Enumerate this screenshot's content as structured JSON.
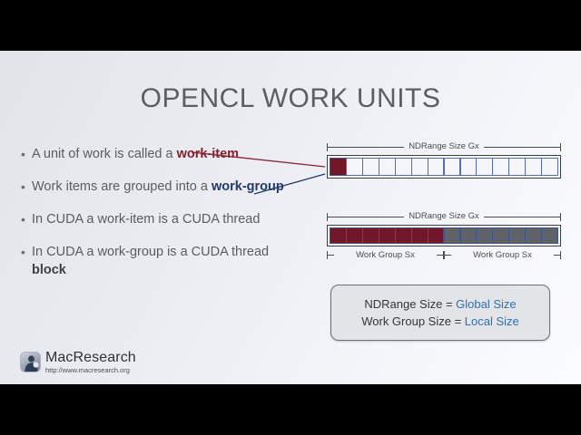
{
  "slide": {
    "title": "OPENCL WORK UNITS",
    "bullets": [
      {
        "marker": "•",
        "segments": [
          {
            "text": "A unit of work is called a ",
            "style": "normal"
          },
          {
            "text": "work-item",
            "style": "red"
          }
        ]
      },
      {
        "marker": "•",
        "segments": [
          {
            "text": "Work items are grouped into a ",
            "style": "normal"
          },
          {
            "text": "work-group",
            "style": "blue"
          }
        ]
      },
      {
        "marker": "•",
        "segments": [
          {
            "text": "In CUDA a work-item is a CUDA thread",
            "style": "normal"
          }
        ]
      },
      {
        "marker": "•",
        "segments": [
          {
            "text": "In CUDA a work-group is a CUDA thread ",
            "style": "normal"
          },
          {
            "text": "block",
            "style": "dark"
          }
        ]
      }
    ],
    "diagram_ndrange": {
      "dimension_label": "NDRange Size Gx",
      "cell_count": 14,
      "cells": [
        "red",
        "empty",
        "empty",
        "empty",
        "empty",
        "empty",
        "empty",
        "empty",
        "empty",
        "empty",
        "empty",
        "empty",
        "empty",
        "empty"
      ]
    },
    "diagram_workgroups": {
      "dimension_label": "NDRange Size Gx",
      "cell_count": 14,
      "cells": [
        "red",
        "red",
        "red",
        "red",
        "red",
        "red",
        "red",
        "gray",
        "gray",
        "gray",
        "gray",
        "gray",
        "gray",
        "gray"
      ],
      "group_labels": [
        "Work Group Sx",
        "Work Group Sx"
      ]
    },
    "info_box": {
      "lines": [
        {
          "prefix": "NDRange Size = ",
          "accent": "Global Size"
        },
        {
          "prefix": "Work Group Size = ",
          "accent": "Local Size"
        }
      ]
    },
    "logo": {
      "name": "MacResearch",
      "url": "http://www.macresearch.org"
    },
    "colors": {
      "work_item_red": "#84202f",
      "work_group_blue": "#1f3a6b",
      "cell_red": "#74162a",
      "cell_gray": "#5f6368",
      "cell_border_blue": "#4f6fae",
      "body_text": "#5a5c60",
      "info_accent": "#2f6fb5",
      "letterbox": "#000000"
    }
  }
}
